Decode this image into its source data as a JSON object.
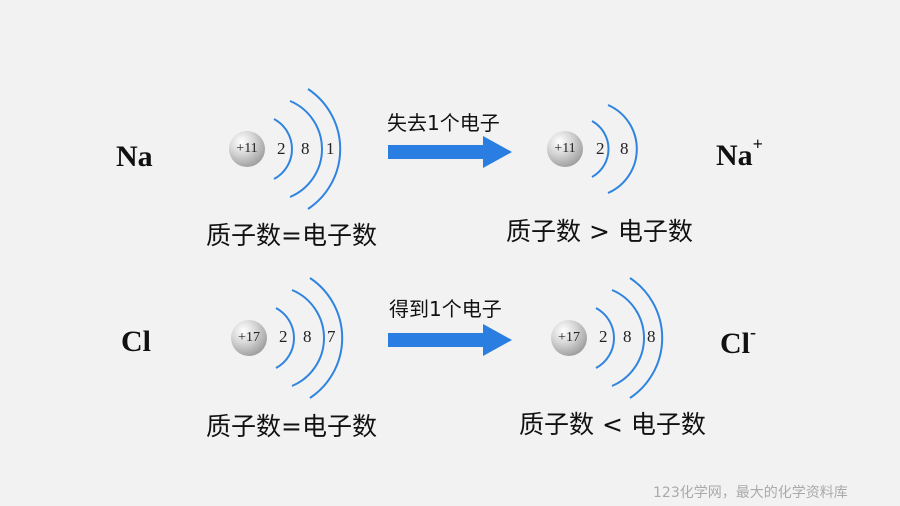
{
  "row1": {
    "left_symbol": "Na",
    "right_symbol": "Na",
    "right_charge": "+",
    "left_nucleus": "+11",
    "left_shells": [
      "2",
      "8",
      "1"
    ],
    "right_nucleus": "+11",
    "right_shells": [
      "2",
      "8"
    ],
    "arrow_label": "失去1个电子",
    "left_relation": "质子数=电子数",
    "right_relation": "质子数 > 电子数"
  },
  "row2": {
    "left_symbol": "Cl",
    "right_symbol": "Cl",
    "right_charge": "-",
    "left_nucleus": "+17",
    "left_shells": [
      "2",
      "8",
      "7"
    ],
    "right_nucleus": "+17",
    "right_shells": [
      "2",
      "8",
      "8"
    ],
    "arrow_label": "得到1个电子",
    "left_relation": "质子数=电子数",
    "right_relation": "质子数 < 电子数"
  },
  "footer": "123化学网，最大的化学资料库",
  "colors": {
    "shell": "#2f84e0",
    "arrow": "#2a7de1",
    "background": "#f2f2f2"
  }
}
